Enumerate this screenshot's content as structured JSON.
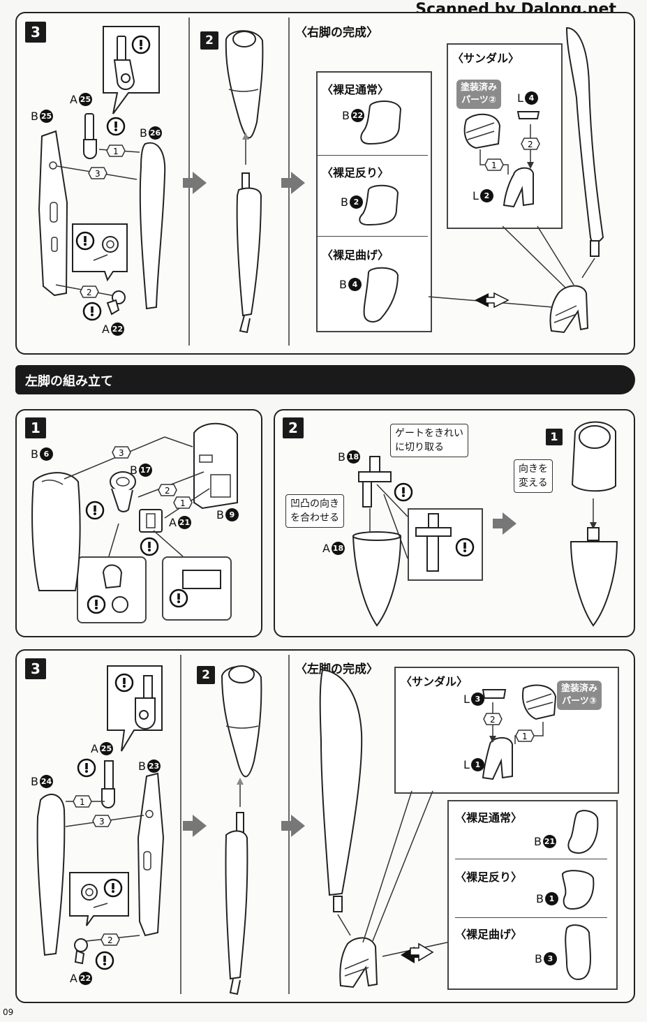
{
  "watermark": "Scanned by Dalong.net",
  "page_number": "09",
  "top_section": {
    "step3": {
      "step_label": "3",
      "parts": {
        "a25": {
          "letter": "A",
          "num": "25"
        },
        "b25": {
          "letter": "B",
          "num": "25"
        },
        "b26": {
          "letter": "B",
          "num": "26"
        },
        "a22": {
          "letter": "A",
          "num": "22"
        }
      },
      "order_marks": [
        "1",
        "2",
        "3"
      ]
    },
    "step2": {
      "step_label": "2"
    },
    "right_leg_complete": {
      "title": "〈右脚の完成〉",
      "sandal": {
        "title": "〈サンダル〉",
        "painted_badge": "塗装済み\nパーツ②",
        "parts": {
          "l4": {
            "letter": "L",
            "num": "4"
          },
          "l2": {
            "letter": "L",
            "num": "2"
          }
        },
        "order_marks": [
          "1",
          "2"
        ]
      },
      "feet": [
        {
          "title": "〈裸足通常〉",
          "letter": "B",
          "num": "22"
        },
        {
          "title": "〈裸足反り〉",
          "letter": "B",
          "num": "2"
        },
        {
          "title": "〈裸足曲げ〉",
          "letter": "B",
          "num": "4"
        }
      ]
    }
  },
  "left_leg_bar": {
    "title": "左脚の組み立て"
  },
  "left_step1": {
    "step_label": "1",
    "parts": {
      "b6": {
        "letter": "B",
        "num": "6"
      },
      "b17": {
        "letter": "B",
        "num": "17"
      },
      "a21": {
        "letter": "A",
        "num": "21"
      },
      "b9": {
        "letter": "B",
        "num": "9"
      }
    },
    "order_marks": [
      "1",
      "2",
      "3"
    ]
  },
  "left_step2": {
    "step_label": "2",
    "inner_step_label": "1",
    "parts": {
      "b18": {
        "letter": "B",
        "num": "18"
      },
      "a18": {
        "letter": "A",
        "num": "18"
      }
    },
    "notes": {
      "gate": "ゲートをきれい\nに切り取る",
      "align": "凹凸の向き\nを合わせる",
      "orient": "向きを\n変える"
    }
  },
  "bottom_section": {
    "step3": {
      "step_label": "3",
      "parts": {
        "a25": {
          "letter": "A",
          "num": "25"
        },
        "b24": {
          "letter": "B",
          "num": "24"
        },
        "b23": {
          "letter": "B",
          "num": "23"
        },
        "a22": {
          "letter": "A",
          "num": "22"
        }
      },
      "order_marks": [
        "1",
        "2",
        "3"
      ]
    },
    "step2": {
      "step_label": "2"
    },
    "left_leg_complete": {
      "title": "〈左脚の完成〉",
      "sandal": {
        "title": "〈サンダル〉",
        "painted_badge": "塗装済み\nパーツ③",
        "parts": {
          "l3": {
            "letter": "L",
            "num": "3"
          },
          "l1": {
            "letter": "L",
            "num": "1"
          }
        },
        "order_marks": [
          "1",
          "2"
        ]
      },
      "feet": [
        {
          "title": "〈裸足通常〉",
          "letter": "B",
          "num": "21"
        },
        {
          "title": "〈裸足反り〉",
          "letter": "B",
          "num": "1"
        },
        {
          "title": "〈裸足曲げ〉",
          "letter": "B",
          "num": "3"
        }
      ]
    }
  },
  "icons": [
    "caution-icon",
    "flow-arrow-icon",
    "swap-arrow-icon"
  ]
}
